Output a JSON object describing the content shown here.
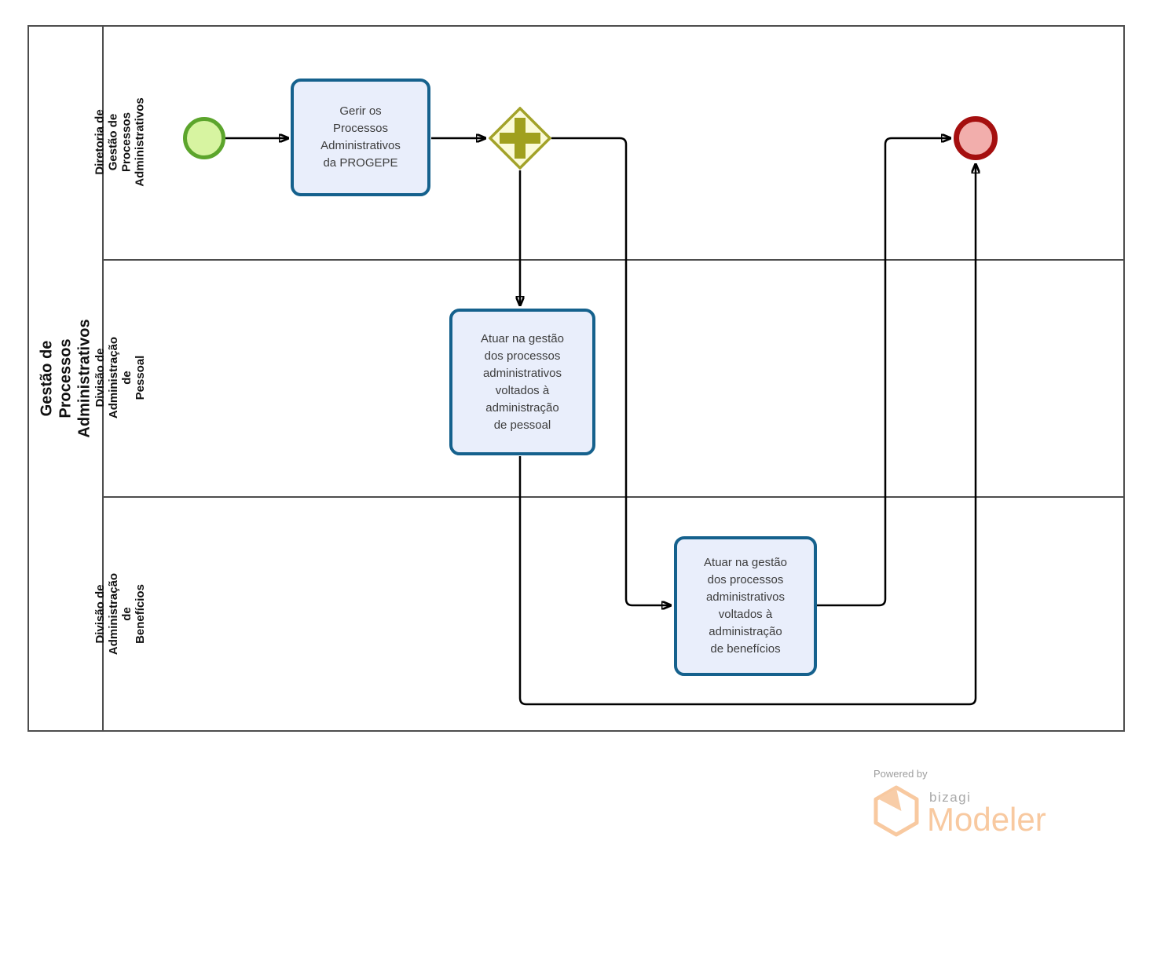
{
  "pool": {
    "title": "Gestão de Processos Administrativos"
  },
  "lanes": [
    {
      "label": "Diretoria de Gestão de\nProcessos Administrativos"
    },
    {
      "label": "Divisão de Administração de\nPessoal"
    },
    {
      "label": "Divisão de Administração de\nBenefícios"
    }
  ],
  "nodes": {
    "start_event": {
      "type": "start-event"
    },
    "task_gerir": {
      "label": "Gerir os\nProcessos\nAdministrativos\nda PROGEPE"
    },
    "gateway": {
      "type": "parallel-gateway"
    },
    "task_pessoal": {
      "label": "Atuar na gestão\ndos processos\nadministrativos\nvoltados à\nadministração\nde pessoal"
    },
    "task_beneficios": {
      "label": "Atuar na gestão\ndos processos\nadministrativos\nvoltados à\nadministração\nde benefícios"
    },
    "end_event": {
      "type": "end-event"
    }
  },
  "watermark": {
    "powered_by": "Powered by",
    "brand": "bizagi",
    "product": "Modeler"
  },
  "colors": {
    "pool_border": "#4d4d4d",
    "task_border": "#15618d",
    "task_fill": "#e9eefb",
    "start_event_border": "#5ca52c",
    "start_event_fill": "#d7f4a1",
    "end_event_border": "#a50f0f",
    "end_event_fill": "#f2aeac",
    "gateway_border": "#a2a229",
    "gateway_fill": "#fbfbd8",
    "gateway_plus": "#a0a01e",
    "flow_line": "#000000",
    "watermark_orange": "#f8c9a0",
    "watermark_gray": "#9e9e9e"
  }
}
